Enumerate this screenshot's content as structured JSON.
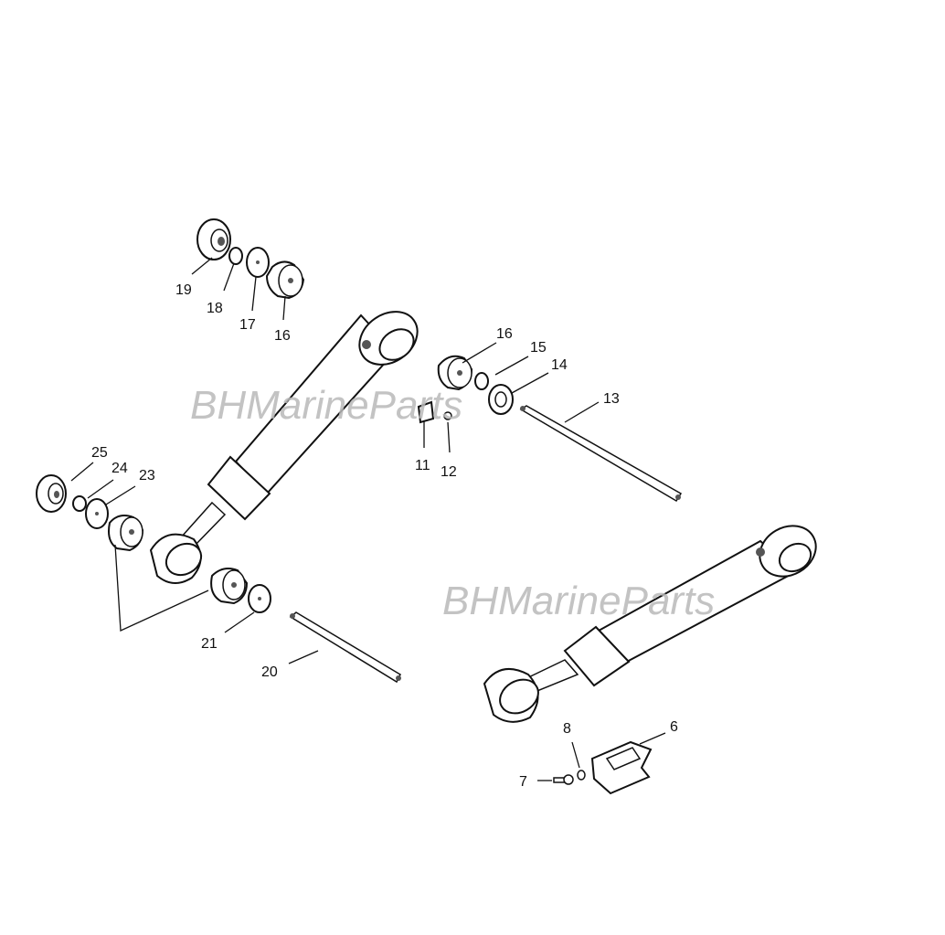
{
  "diagram": {
    "callouts": [
      {
        "id": "c19",
        "label": "19"
      },
      {
        "id": "c18",
        "label": "18"
      },
      {
        "id": "c17",
        "label": "17"
      },
      {
        "id": "c16a",
        "label": "16"
      },
      {
        "id": "c16b",
        "label": "16"
      },
      {
        "id": "c15",
        "label": "15"
      },
      {
        "id": "c14",
        "label": "14"
      },
      {
        "id": "c13",
        "label": "13"
      },
      {
        "id": "c11",
        "label": "11"
      },
      {
        "id": "c12",
        "label": "12"
      },
      {
        "id": "c25",
        "label": "25"
      },
      {
        "id": "c24",
        "label": "24"
      },
      {
        "id": "c23",
        "label": "23"
      },
      {
        "id": "c21",
        "label": "21"
      },
      {
        "id": "c20",
        "label": "20"
      },
      {
        "id": "c8",
        "label": "8"
      },
      {
        "id": "c6",
        "label": "6"
      },
      {
        "id": "c7",
        "label": "7"
      }
    ],
    "watermarks": [
      "BHMarineParts",
      "BHMarineParts"
    ]
  }
}
